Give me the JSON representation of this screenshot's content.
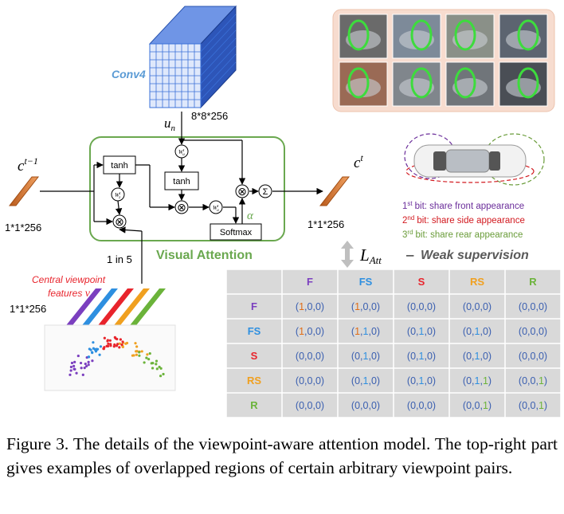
{
  "conv4": {
    "label": "Conv4",
    "size": "8*8*256"
  },
  "input_u": {
    "symbol": "u",
    "subscript": "n"
  },
  "prev_state": {
    "symbol": "c",
    "superscript": "t−1",
    "size": "1*1*256"
  },
  "next_state": {
    "symbol": "c",
    "superscript": "t",
    "size": "1*1*256"
  },
  "attention": {
    "label": "Visual Attention",
    "tanh_left": "tanh",
    "tanh_right": "tanh",
    "softmax": "Softmax",
    "alpha": "α",
    "sigma": "Σ",
    "times": "⊗",
    "weights": {
      "w_z": "W",
      "w_z_sup": "t",
      "w_z_sub": "z",
      "w_u": "W",
      "w_u_sup": "t",
      "w_u_sub": "u",
      "w_a": "W",
      "w_a_sup": "t",
      "w_a_sub": "a"
    }
  },
  "viewpoint": {
    "label_line1": "Central viewpoint",
    "label_line2_prefix": "features",
    "label_line2_var": "v",
    "size": "1*1*256",
    "select": "1 in 5",
    "bar_colors": [
      "#7b3fbf",
      "#2e8fe0",
      "#e8242c",
      "#f0a020",
      "#6bb33a"
    ]
  },
  "legend": {
    "bit1_num": "1",
    "bit1_sup": "st",
    "bit1_text": "bit: share front appearance",
    "bit1_color": "#6a2d9a",
    "bit2_num": "2",
    "bit2_sup": "nd",
    "bit2_text": "bit: share side appearance",
    "bit2_color": "#d2191f",
    "bit3_num": "3",
    "bit3_sup": "rd",
    "bit3_text": "bit: share rear appearance",
    "bit3_color": "#6a9c3a"
  },
  "loss": {
    "symbol": "L",
    "subscript": "Att",
    "dash": "–",
    "text": "Weak supervision"
  },
  "table": {
    "headers": [
      {
        "text": "F",
        "color": "#7b3fbf"
      },
      {
        "text": "FS",
        "color": "#2e8fe0"
      },
      {
        "text": "S",
        "color": "#e8242c"
      },
      {
        "text": "RS",
        "color": "#f0a020"
      },
      {
        "text": "R",
        "color": "#6bb33a"
      }
    ],
    "rows": [
      {
        "label": "F",
        "cells": [
          [
            "1",
            "0",
            "0"
          ],
          [
            "1",
            "0",
            "0"
          ],
          [
            "0",
            "0",
            "0"
          ],
          [
            "0",
            "0",
            "0"
          ],
          [
            "0",
            "0",
            "0"
          ]
        ]
      },
      {
        "label": "FS",
        "cells": [
          [
            "1",
            "0",
            "0"
          ],
          [
            "1",
            "1",
            "0"
          ],
          [
            "0",
            "1",
            "0"
          ],
          [
            "0",
            "1",
            "0"
          ],
          [
            "0",
            "0",
            "0"
          ]
        ]
      },
      {
        "label": "S",
        "cells": [
          [
            "0",
            "0",
            "0"
          ],
          [
            "0",
            "1",
            "0"
          ],
          [
            "0",
            "1",
            "0"
          ],
          [
            "0",
            "1",
            "0"
          ],
          [
            "0",
            "0",
            "0"
          ]
        ]
      },
      {
        "label": "RS",
        "cells": [
          [
            "0",
            "0",
            "0"
          ],
          [
            "0",
            "1",
            "0"
          ],
          [
            "0",
            "1",
            "0"
          ],
          [
            "0",
            "1",
            "1"
          ],
          [
            "0",
            "0",
            "1"
          ]
        ]
      },
      {
        "label": "R",
        "cells": [
          [
            "0",
            "0",
            "0"
          ],
          [
            "0",
            "0",
            "0"
          ],
          [
            "0",
            "0",
            "0"
          ],
          [
            "0",
            "0",
            "1"
          ],
          [
            "0",
            "0",
            "1"
          ]
        ]
      }
    ]
  },
  "colors": {
    "green_box": "#6aa84f",
    "orange_bar": "#d9782e",
    "cube_blue": "#3a70d8",
    "photo_panel": "#f7dccf",
    "highlight": "#3ddc3d",
    "bit_colors": [
      "#e06c16",
      "#2e8fe0",
      "#6bb33a"
    ]
  },
  "caption": "Figure 3. The details of the viewpoint-aware attention model. The top-right part gives examples of overlapped regions of certain arbitrary viewpoint pairs."
}
